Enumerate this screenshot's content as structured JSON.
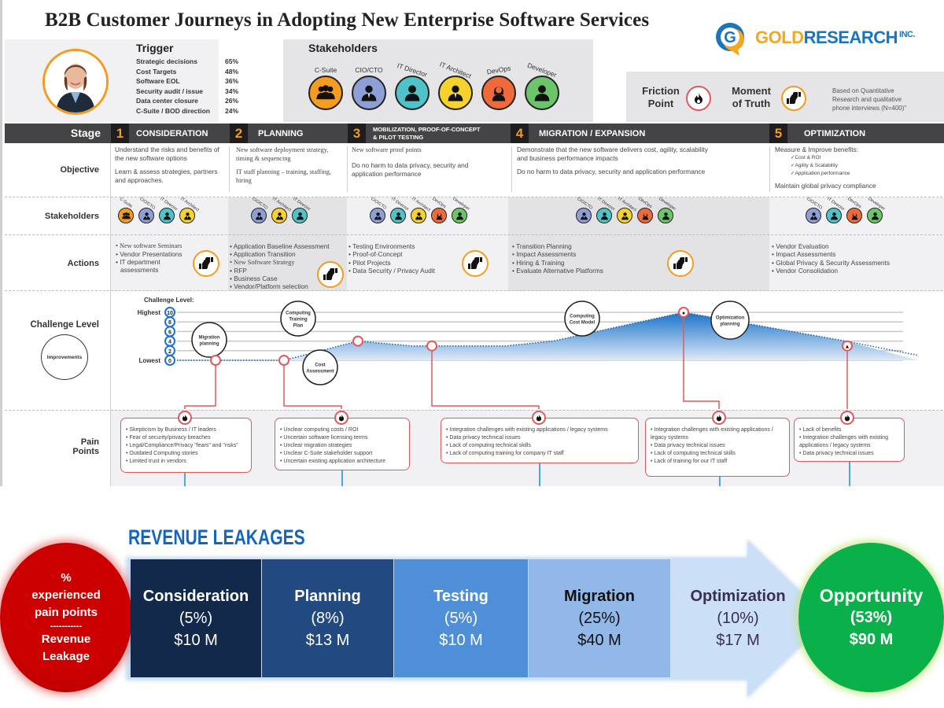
{
  "title": "B2B Customer Journeys in Adopting New Enterprise Software Services",
  "logo": {
    "gold": "GOLD",
    "research": "RESEARCH",
    "inc": "INC."
  },
  "trigger": {
    "title": "Trigger",
    "items": [
      {
        "label": "Strategic decisions",
        "value": "65%"
      },
      {
        "label": "Cost Targets",
        "value": "48%"
      },
      {
        "label": "Software EOL",
        "value": "36%"
      },
      {
        "label": "Security audit / issue",
        "value": "34%"
      },
      {
        "label": "Data center closure",
        "value": "26%"
      },
      {
        "label": "C-Suite / BOD direction",
        "value": "24%"
      }
    ]
  },
  "stakeholders": {
    "title": "Stakeholders",
    "roles": [
      {
        "label": "C-Suite",
        "color": "#f39c1f",
        "icon": "group-icon"
      },
      {
        "label": "CIO/CTO",
        "color": "#8e9fd6",
        "icon": "person-tie-icon"
      },
      {
        "label": "IT Director",
        "color": "#4fc3c9",
        "icon": "person-icon"
      },
      {
        "label": "IT Architect",
        "color": "#f7d22c",
        "icon": "person-tie-icon"
      },
      {
        "label": "DevOps",
        "color": "#ef6a3a",
        "icon": "person-female-icon"
      },
      {
        "label": "Developer",
        "color": "#6cc56a",
        "icon": "person-icon"
      }
    ]
  },
  "legend": {
    "friction_line1": "Friction",
    "friction_line2": "Point",
    "moment_line1": "Moment",
    "moment_line2": "of Truth",
    "note_line1": "Based on Quantitative",
    "note_line2": "Research and qualitative",
    "note_line3": "phone interviews (N=400)\""
  },
  "row_labels": {
    "stage": "Stage",
    "objective": "Objective",
    "stakeholders": "Stakeholders",
    "actions": "Actions",
    "challenge": "Challenge Level",
    "improvements": "Improvements",
    "pain_line1": "Pain",
    "pain_line2": "Points"
  },
  "stages": [
    {
      "num": "1",
      "name": "CONSIDERATION",
      "objective": [
        "Understand the risks and benefits of the new software options",
        "Learn & assess strategies, partners and approaches."
      ],
      "stakeholders": [
        0,
        1,
        2,
        3
      ],
      "actions": [
        "New software Seminars",
        "Vendor Presentations",
        "IT department assessments"
      ]
    },
    {
      "num": "2",
      "name": "PLANNING",
      "objective": [
        "New software deployment strategy, timing &  sequencing",
        "IT staff planning – training, staffing, hiring"
      ],
      "stakeholders": [
        1,
        3,
        2
      ],
      "actions": [
        "Application Baseline Assessment",
        "Application Transition",
        "New Software Strategy",
        "RFP",
        "Business Case",
        "Vendor/Platform selection"
      ]
    },
    {
      "num": "3",
      "name_line1": "MOBILIZATION, PROOF-OF-CONCEPT",
      "name_line2": "& PILOT TESTING",
      "objective": [
        "New software proof points",
        "Do no harm to data privacy, security and application performance"
      ],
      "stakeholders": [
        1,
        2,
        3,
        4,
        5
      ],
      "actions": [
        "Testing Environments",
        "Proof-of-Concept",
        "Pilot Projects",
        "Data Security / Privacy Audit"
      ]
    },
    {
      "num": "4",
      "name": "MIGRATION / EXPANSION",
      "objective": [
        "Demonstrate that the new software delivers cost, agility, scalability and business performance impacts",
        "Do no harm to data privacy, security and application performance"
      ],
      "stakeholders": [
        1,
        2,
        3,
        4,
        5
      ],
      "actions": [
        "Transition Planning",
        "Impact Assessments",
        "Hiring & Training",
        "Evaluate Alternative Platforms"
      ]
    },
    {
      "num": "5",
      "name": "OPTIMIZATION",
      "objective_head": "Measure & Improve benefits:",
      "objective_checks": [
        "✓Cost & ROI",
        "✓Agility & Scalability",
        "✓Application performance"
      ],
      "objective_tail": "Maintain global privacy compliance",
      "stakeholders": [
        1,
        2,
        4,
        5
      ],
      "actions": [
        "Vendor Evaluation",
        "Impact Assessments",
        "Global Privacy & Security Assessments",
        "Vendor Consolidation"
      ]
    }
  ],
  "challenge_chart": {
    "heading": "Challenge Level:",
    "highest": "Highest",
    "lowest": "Lowest",
    "levels": [
      "10",
      "8",
      "6",
      "4",
      "2",
      "0"
    ],
    "curve_levels": [
      0,
      0,
      0,
      4,
      3,
      3,
      4,
      10,
      4,
      1
    ],
    "improvement_bubbles": [
      {
        "lines": [
          "Migration",
          "planning"
        ]
      },
      {
        "lines": [
          "Computing",
          "Training",
          "Plan"
        ]
      },
      {
        "lines": [
          "Cost",
          "Assessment"
        ]
      },
      {
        "lines": [
          "Computing",
          "Cost Model"
        ]
      },
      {
        "lines": [
          "Optimization",
          "planning"
        ]
      }
    ]
  },
  "pain_points": [
    [
      "Skepticism by Business /  IT leaders",
      "Fear of security/privacy breaches",
      "Legal/Compliance/Privacy \"fears\" and \"risks\"",
      "Outdated Computing stories",
      "Limited trust in vendors"
    ],
    [
      "Unclear computing costs / ROI",
      "Uncertain software licensing terms",
      "Unclear migration strategies",
      "Unclear C-Suite stakeholder support",
      "Uncertain existing application architecture"
    ],
    [
      "Integration challenges with existing applications / legacy systems",
      "Data privacy technical issues",
      "Lack of computing technical skills",
      "Lack of computing training for company IT staff"
    ],
    [
      "Integration challenges with existing applications / legacy systems",
      "Data privacy technical issues",
      "Lack of computing technical skills",
      "Lack of training for our IT staff"
    ],
    [
      "Lack of benefits",
      "Integration challenges with existing applications / legacy systems",
      "Data privacy technical issues"
    ]
  ],
  "revenue": {
    "title": "REVENUE LEAKAGES",
    "left_circle": {
      "line1": "%",
      "line2": "experienced",
      "line3": "pain points",
      "divider": "-----------",
      "line4": "Revenue",
      "line5": "Leakage"
    },
    "segments": [
      {
        "name": "Consideration",
        "pct": "(5%)",
        "amount": "$10 M",
        "bg": "#13294b",
        "fg": "#ffffff"
      },
      {
        "name": "Planning",
        "pct": "(8%)",
        "amount": "$13 M",
        "bg": "#224a80",
        "fg": "#ffffff"
      },
      {
        "name": "Testing",
        "pct": "(5%)",
        "amount": "$10 M",
        "bg": "#4f8fd8",
        "fg": "#ffffff"
      },
      {
        "name": "Migration",
        "pct": "(25%)",
        "amount": "$40 M",
        "bg": "#91b8e8",
        "fg": "#111111"
      },
      {
        "name": "Optimization",
        "pct": "(10%)",
        "amount": "$17 M",
        "bg": "#cbdff6",
        "fg": "#3a2f50"
      }
    ],
    "opportunity": {
      "name": "Opportunity",
      "pct": "(53%)",
      "amount": "$90 M"
    }
  }
}
